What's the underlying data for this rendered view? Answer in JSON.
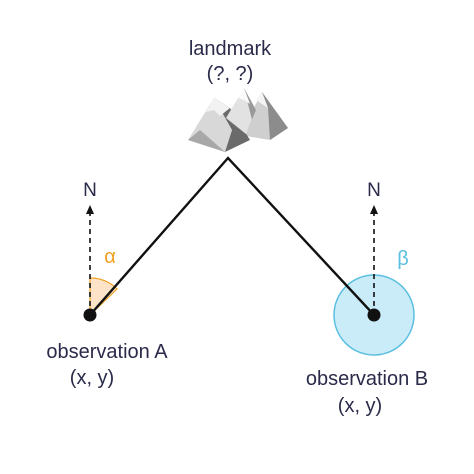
{
  "landmark": {
    "label": "landmark",
    "coords": "(?, ?)"
  },
  "observation_a": {
    "label": "observation A",
    "coords": "(x, y)",
    "angle_symbol": "α"
  },
  "observation_b": {
    "label": "observation B",
    "coords": "(x, y)",
    "angle_symbol": "β"
  },
  "north_label": "N",
  "colors": {
    "text": "#2a2a4a",
    "alpha": "#f0a020",
    "alpha_fill": "#fde4c8",
    "beta": "#5bbfe0",
    "beta_fill": "#c9ecf8",
    "line": "#111111",
    "mountain_light": "#e6e6e6",
    "mountain_mid": "#b5b5b5",
    "mountain_dark": "#5a5a5a"
  }
}
